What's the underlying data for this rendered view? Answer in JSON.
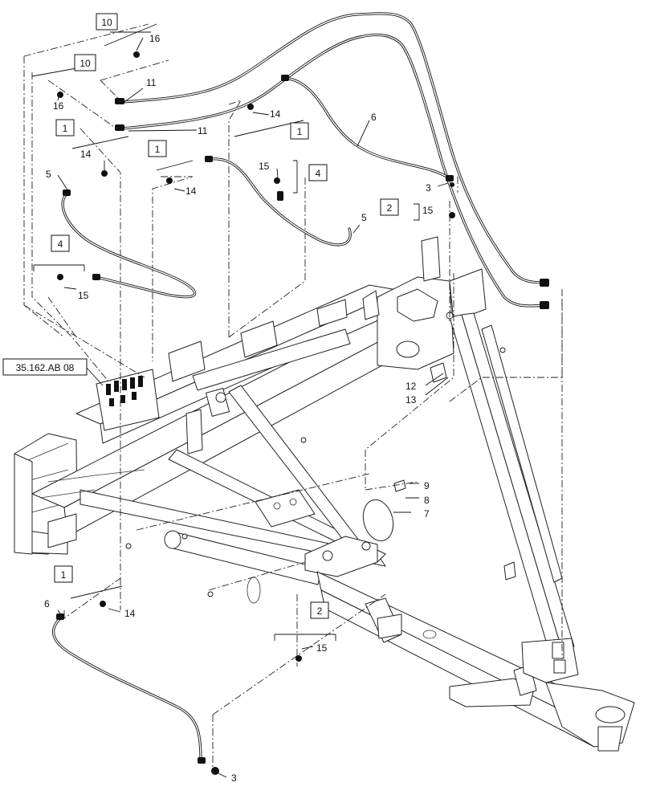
{
  "reference_label": "35.162.AB 08",
  "boxed_callouts": [
    {
      "text": "10"
    },
    {
      "text": "10"
    },
    {
      "text": "1"
    },
    {
      "text": "1"
    },
    {
      "text": "1"
    },
    {
      "text": "4"
    },
    {
      "text": "4"
    },
    {
      "text": "2"
    },
    {
      "text": "1"
    },
    {
      "text": "2"
    }
  ],
  "item_callouts": [
    {
      "text": "16"
    },
    {
      "text": "16"
    },
    {
      "text": "11"
    },
    {
      "text": "11"
    },
    {
      "text": "14"
    },
    {
      "text": "14"
    },
    {
      "text": "14"
    },
    {
      "text": "6"
    },
    {
      "text": "5"
    },
    {
      "text": "15"
    },
    {
      "text": "3"
    },
    {
      "text": "15"
    },
    {
      "text": "5"
    },
    {
      "text": "15"
    },
    {
      "text": "12"
    },
    {
      "text": "13"
    },
    {
      "text": "9"
    },
    {
      "text": "8"
    },
    {
      "text": "7"
    },
    {
      "text": "14"
    },
    {
      "text": "6"
    },
    {
      "text": "15"
    },
    {
      "text": "3"
    }
  ]
}
